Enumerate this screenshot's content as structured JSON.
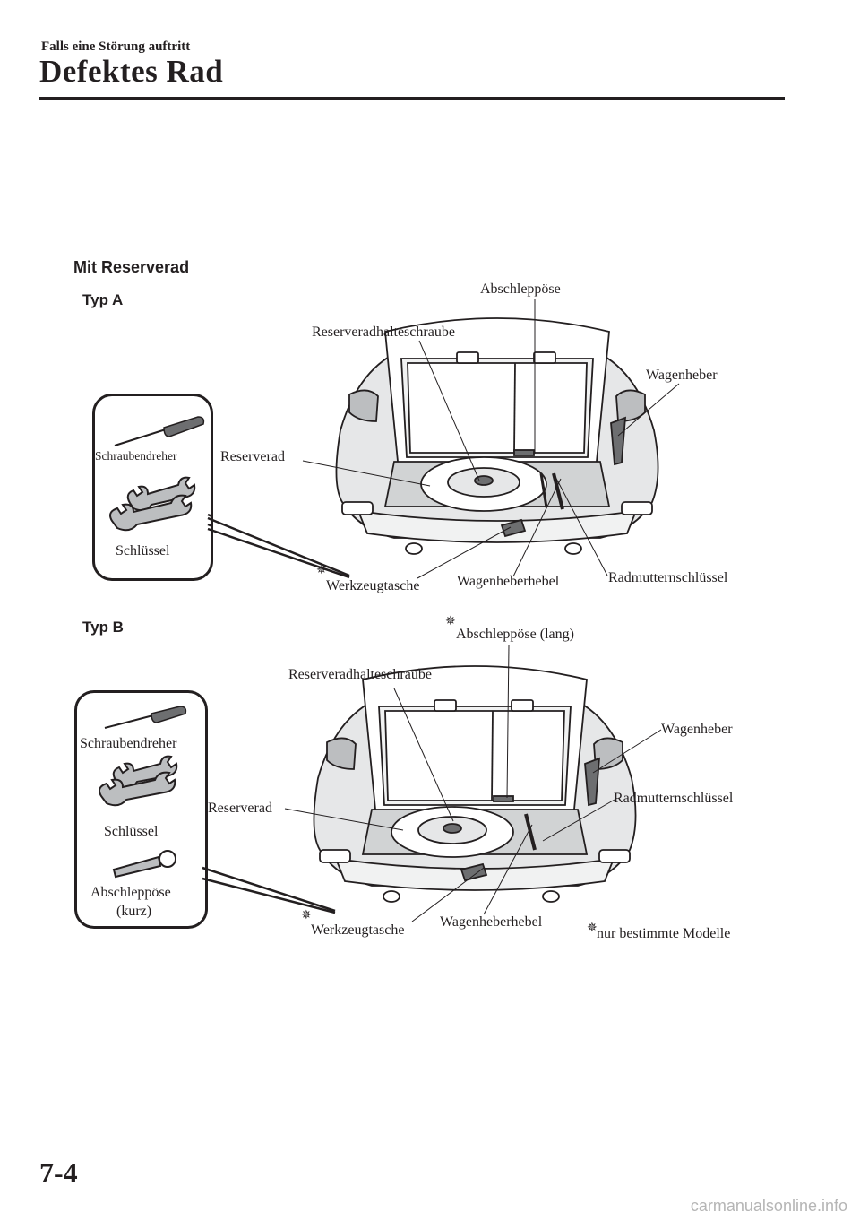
{
  "header": {
    "section": "Falls eine Störung auftritt",
    "title": "Defektes Rad"
  },
  "content": {
    "section_title": "Mit Reserverad",
    "type_a": {
      "label": "Typ A",
      "toolbox": [
        "Schraubendreher",
        "Schlüssel"
      ],
      "callouts": {
        "tow_hook": "Abschleppöse",
        "spare_bolt": "Reserveradhalteschraube",
        "jack": "Wagenheber",
        "spare": "Reserverad",
        "tool_bag": "Werkzeugtasche",
        "jack_lever": "Wagenheberhebel",
        "lug_wrench": "Radmutternschlüssel"
      }
    },
    "type_b": {
      "label": "Typ B",
      "toolbox": [
        "Schraubendreher",
        "Schlüssel",
        "Abschleppöse",
        "(kurz)"
      ],
      "callouts": {
        "tow_hook_long": "Abschleppöse (lang)",
        "spare_bolt": "Reserveradhalteschraube",
        "jack": "Wagenheber",
        "lug_wrench": "Radmutternschlüssel",
        "spare": "Reserverad",
        "tool_bag": "Werkzeugtasche",
        "jack_lever": "Wagenheberhebel"
      }
    },
    "footnote": "nur bestimmte Modelle",
    "footnote_symbol": "✵"
  },
  "footer": {
    "page_number": "7-4",
    "watermark": "carmanualsonline.info"
  }
}
